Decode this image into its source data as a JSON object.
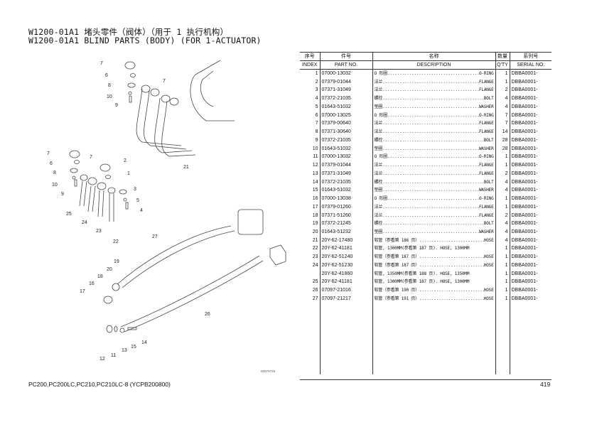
{
  "header": {
    "title_cn": "W1200-01A1 堵头零件（阀体）（用于 1 执行机构）",
    "title_en": "W1200-01A1 BLIND PARTS (BODY) (FOR 1-ACTUATOR)"
  },
  "table": {
    "columns": [
      {
        "cn": "序号",
        "en": "INDEX"
      },
      {
        "cn": "件号",
        "en": "PART NO."
      },
      {
        "cn": "名称",
        "en": "DESCRIPTION"
      },
      {
        "cn": "数量",
        "en": "Q'TY"
      },
      {
        "cn": "系列号",
        "en": "SERIAL NO."
      }
    ],
    "rows": [
      {
        "index": "1",
        "part": "07000-13032",
        "cn": "O 形圈",
        "en": "O-RING",
        "qty": "1",
        "serial": "DBBA0001-"
      },
      {
        "index": "2",
        "part": "07379-01044",
        "cn": "法兰",
        "en": "FLANGE",
        "qty": "1",
        "serial": "DBBA0001-"
      },
      {
        "index": "3",
        "part": "07371-31049",
        "cn": "法兰",
        "en": "FLANGE",
        "qty": "2",
        "serial": "DBBA0001-"
      },
      {
        "index": "4",
        "part": "07372-21035",
        "cn": "螺栓",
        "en": "BOLT",
        "qty": "4",
        "serial": "DBBA0001-"
      },
      {
        "index": "5",
        "part": "01643-51032",
        "cn": "垫圈",
        "en": "WASHER",
        "qty": "4",
        "serial": "DBBA0001-"
      },
      {
        "index": "6",
        "part": "07000-13025",
        "cn": "O 形圈",
        "en": "O-RING",
        "qty": "7",
        "serial": "DBBA0001-"
      },
      {
        "index": "7",
        "part": "07379-00640",
        "cn": "法兰",
        "en": "FLANGE",
        "qty": "7",
        "serial": "DBBA0001-"
      },
      {
        "index": "8",
        "part": "07371-30640",
        "cn": "法兰",
        "en": "FLANGE",
        "qty": "14",
        "serial": "DBBA0001-"
      },
      {
        "index": "9",
        "part": "07372-21035",
        "cn": "螺栓",
        "en": "BOLT",
        "qty": "28",
        "serial": "DBBA0001-"
      },
      {
        "index": "10",
        "part": "01643-51032",
        "cn": "垫圈",
        "en": "WASHER",
        "qty": "28",
        "serial": "DBBA0001-"
      },
      {
        "index": "11",
        "part": "07000-13032",
        "cn": "O 形圈",
        "en": "O-RING",
        "qty": "1",
        "serial": "DBBA0001-"
      },
      {
        "index": "12",
        "part": "07379-01044",
        "cn": "法兰",
        "en": "FLANGE",
        "qty": "1",
        "serial": "DBBA0001-"
      },
      {
        "index": "13",
        "part": "07371-31049",
        "cn": "法兰",
        "en": "FLANGE",
        "qty": "2",
        "serial": "DBBA0001-"
      },
      {
        "index": "14",
        "part": "07372-21035",
        "cn": "螺栓",
        "en": "BOLT",
        "qty": "4",
        "serial": "DBBA0001-"
      },
      {
        "index": "15",
        "part": "01643-51032",
        "cn": "垫圈",
        "en": "WASHER",
        "qty": "4",
        "serial": "DBBA0001-"
      },
      {
        "index": "16",
        "part": "07000-13038",
        "cn": "O 形圈",
        "en": "O-RING",
        "qty": "1",
        "serial": "DBBA0001-"
      },
      {
        "index": "17",
        "part": "07379-01260",
        "cn": "法兰",
        "en": "FLANGE",
        "qty": "1",
        "serial": "DBBA0001-"
      },
      {
        "index": "18",
        "part": "07371-51260",
        "cn": "法兰",
        "en": "FLANGE",
        "qty": "2",
        "serial": "DBBA0001-"
      },
      {
        "index": "19",
        "part": "07372-21245",
        "cn": "螺栓",
        "en": "BOLT",
        "qty": "4",
        "serial": "DBBA0001-"
      },
      {
        "index": "20",
        "part": "01643-51232",
        "cn": "垫圈",
        "en": "WASHER",
        "qty": "4",
        "serial": "DBBA0001-"
      },
      {
        "index": "21",
        "part": "20Y-62-17480",
        "cn": "软管（参看第 186 页）",
        "en": "HOSE",
        "qty": "4",
        "serial": "DBBA0001-"
      },
      {
        "index": "22",
        "part": "20Y-62-41181",
        "cn": "软管, 1300MM(参看第 187 页). HOSE, 1300MM",
        "en": "",
        "qty": "1",
        "serial": "DBBA0001-"
      },
      {
        "index": "23",
        "part": "20Y-62-51240",
        "cn": "软管（参看第 187 页）",
        "en": "HOSE",
        "qty": "1",
        "serial": "DBBA0001-"
      },
      {
        "index": "24",
        "part": "20Y-62-51230",
        "cn": "软管（参看第 187 页）",
        "en": "HOSE",
        "qty": "1",
        "serial": "DBBA0001-"
      },
      {
        "index": "",
        "part": "20Y-62-41860",
        "cn": "软管, 1350MM(参看第 188 页). HOSE, 1350MM",
        "en": "",
        "qty": "1",
        "serial": "DBBA0001-"
      },
      {
        "index": "25",
        "part": "20Y-62-41181",
        "cn": "软管, 1300MM(参看第 187 页). HOSE, 1300MM",
        "en": "",
        "qty": "1",
        "serial": "DBBA0001-"
      },
      {
        "index": "26",
        "part": "07097-21016",
        "cn": "软管（参看第 190 页）",
        "en": "HOSE",
        "qty": "1",
        "serial": "DBBA0001-"
      },
      {
        "index": "27",
        "part": "07097-21217",
        "cn": "软管（参看第 191 页）",
        "en": "HOSE",
        "qty": "1",
        "serial": "DBBA0001-"
      }
    ]
  },
  "diagram": {
    "callouts": [
      "7",
      "6",
      "8",
      "10",
      "9",
      "7",
      "21",
      "7",
      "6",
      "8",
      "10",
      "9",
      "7",
      "2",
      "1",
      "3",
      "5",
      "4",
      "25",
      "24",
      "23",
      "22",
      "27",
      "19",
      "20",
      "18",
      "16",
      "17",
      "26",
      "14",
      "15",
      "13",
      "11",
      "12"
    ],
    "drawing_id": "00070729"
  },
  "footer": {
    "models": "PC200,PC200LC,PC210,PC210LC-8 (YCPB200800)",
    "page_number": "419"
  }
}
